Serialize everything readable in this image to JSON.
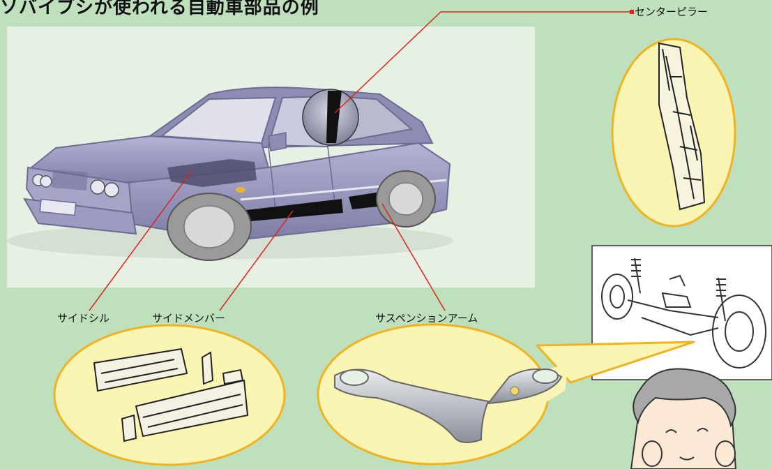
{
  "page": {
    "title": "ソバイブシが使われる自動車部品の例"
  },
  "labels": {
    "center_pillar": "センターピラー",
    "side_sill": "サイドシル",
    "side_member": "サイドメンバー",
    "suspension_arm": "サスペンションアーム"
  },
  "colors": {
    "background": "#bfe0bd",
    "photo_panel": "#e6f1e4",
    "callout_fill": "#fbf5b3",
    "callout_border": "#f2b21d",
    "leader_line": "#e0221c",
    "car_body": "#9797bd"
  }
}
